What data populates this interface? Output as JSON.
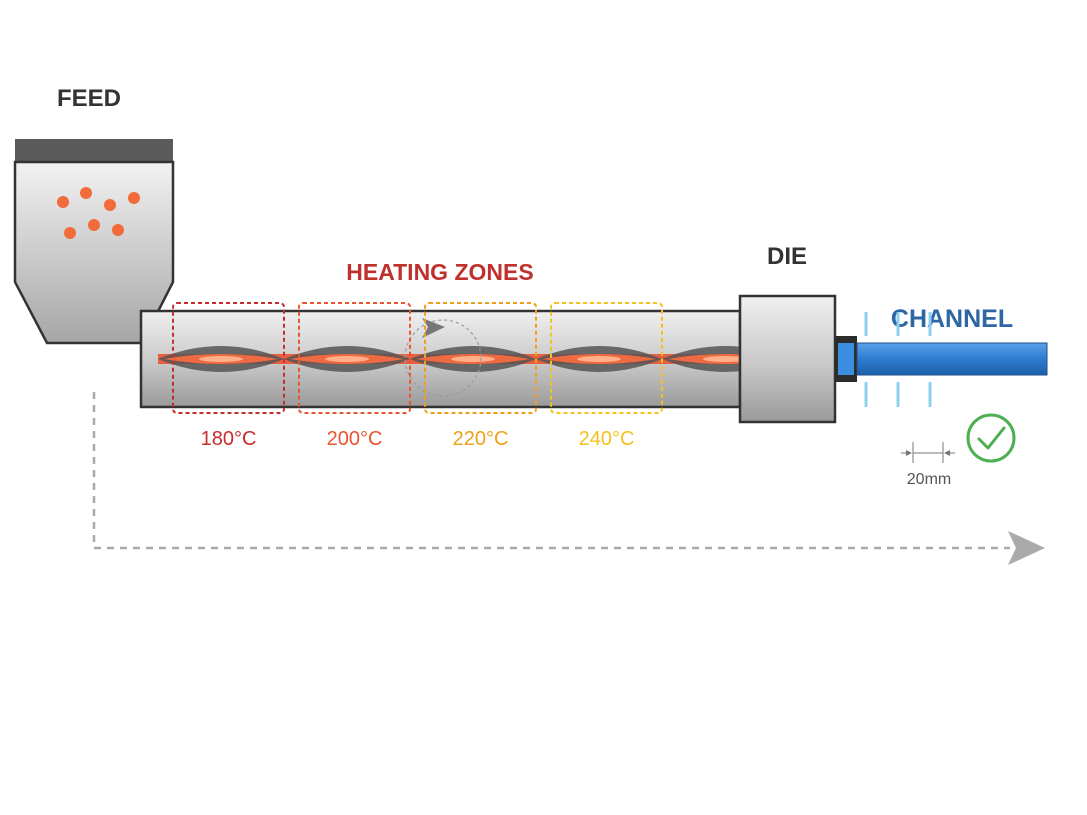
{
  "labels": {
    "feed": "FEED",
    "heating_zones": "HEATING ZONES",
    "die": "DIE",
    "channel": "CHANNEL",
    "dimension": "20mm"
  },
  "zones": [
    {
      "temp": "180°C",
      "color": "#c62d2d"
    },
    {
      "temp": "200°C",
      "color": "#e8552f"
    },
    {
      "temp": "220°C",
      "color": "#f0a018"
    },
    {
      "temp": "240°C",
      "color": "#f4c21d"
    }
  ],
  "colors": {
    "heating_zones_title": "#c0312d",
    "channel": "#2c66a5",
    "pellet": "#f26b3a",
    "screw_flight": "#e85a3a",
    "check": "#4caf50",
    "cooling": "#8fd0ee",
    "flow_arrow": "#aaaaaa"
  },
  "icons": {
    "status": "check-circle-icon",
    "flow": "arrow-right-icon",
    "rotation": "rotation-arrow-icon"
  }
}
